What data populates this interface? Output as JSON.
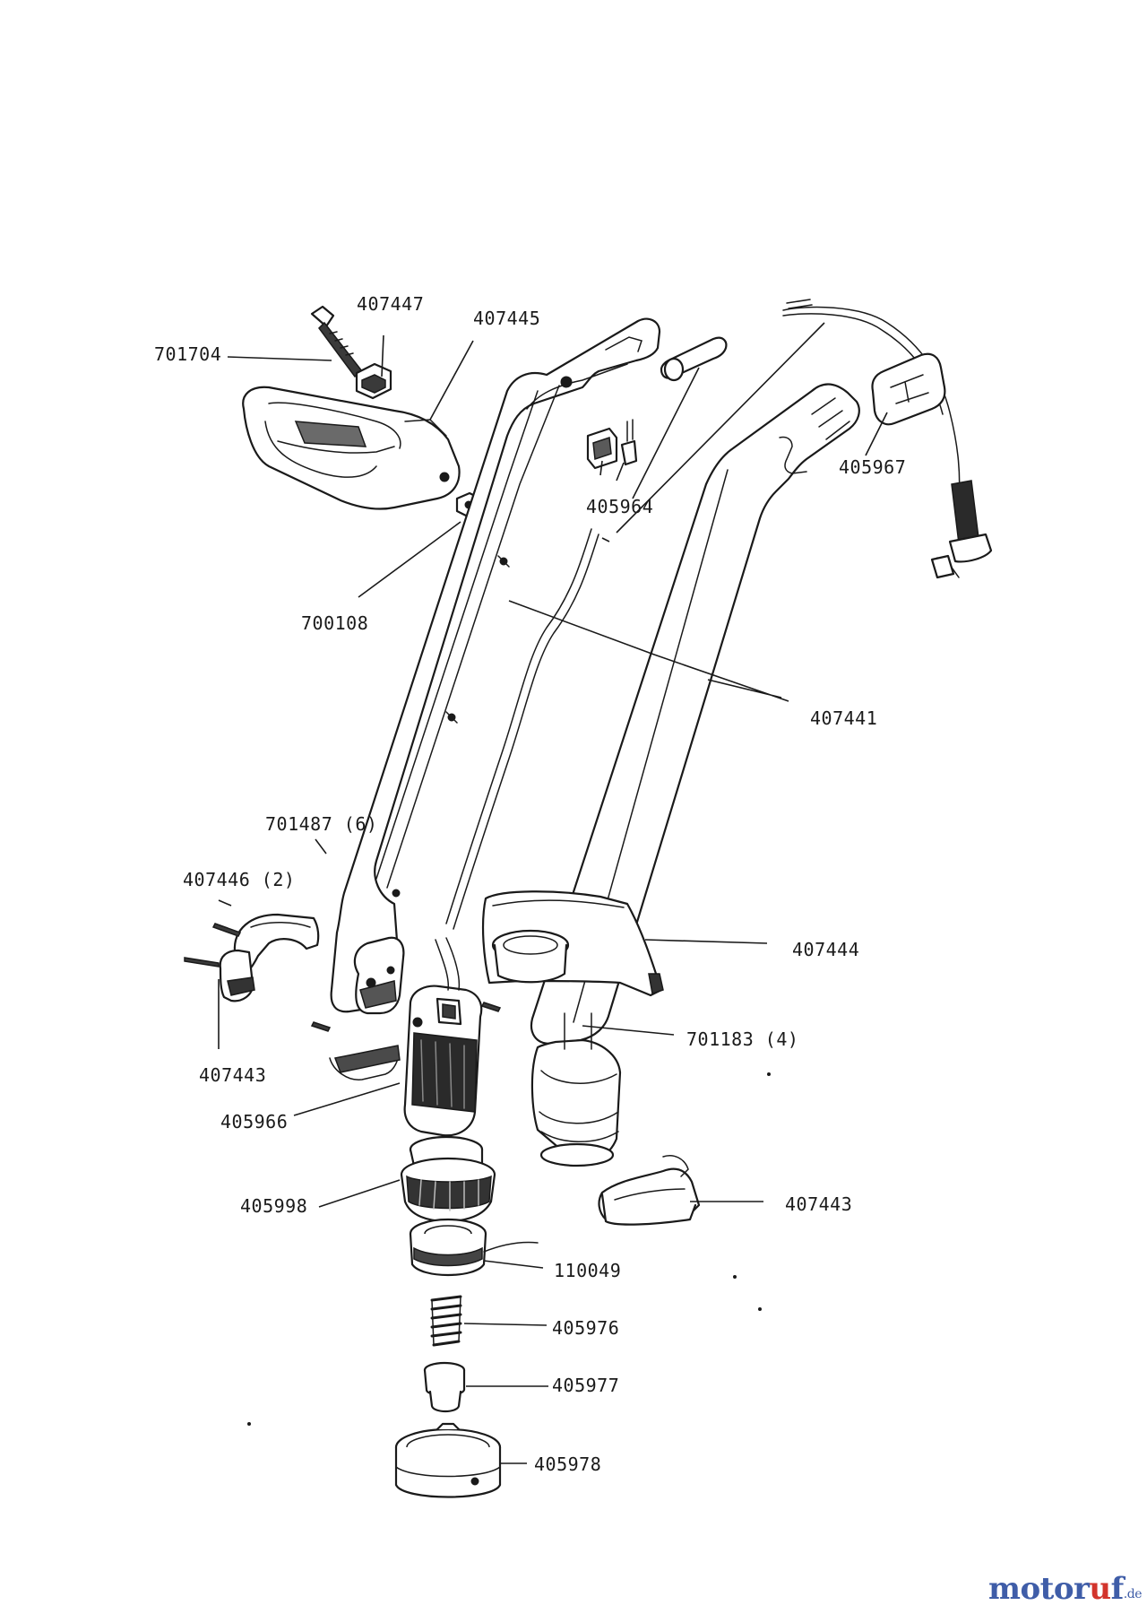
{
  "diagram": {
    "part_labels": [
      {
        "key": "l01",
        "text": "407447"
      },
      {
        "key": "l02",
        "text": "407445"
      },
      {
        "key": "l03",
        "text": "701704"
      },
      {
        "key": "l04",
        "text": "405967"
      },
      {
        "key": "l05",
        "text": "405964"
      },
      {
        "key": "l06",
        "text": "700108"
      },
      {
        "key": "l07",
        "text": "407441"
      },
      {
        "key": "l08",
        "text": "701487 (6)"
      },
      {
        "key": "l09",
        "text": "407446 (2)"
      },
      {
        "key": "l10",
        "text": "407444"
      },
      {
        "key": "l11",
        "text": "701183 (4)"
      },
      {
        "key": "l12",
        "text": "407443"
      },
      {
        "key": "l13",
        "text": "405966"
      },
      {
        "key": "l14",
        "text": "407443"
      },
      {
        "key": "l15",
        "text": "405998"
      },
      {
        "key": "l16",
        "text": "110049"
      },
      {
        "key": "l17",
        "text": "405976"
      },
      {
        "key": "l18",
        "text": "405977"
      },
      {
        "key": "l19",
        "text": "405978"
      }
    ]
  },
  "watermark": {
    "brand_part1": "motor",
    "brand_dot": "u",
    "brand_part2": "f",
    "tld": ".de"
  }
}
